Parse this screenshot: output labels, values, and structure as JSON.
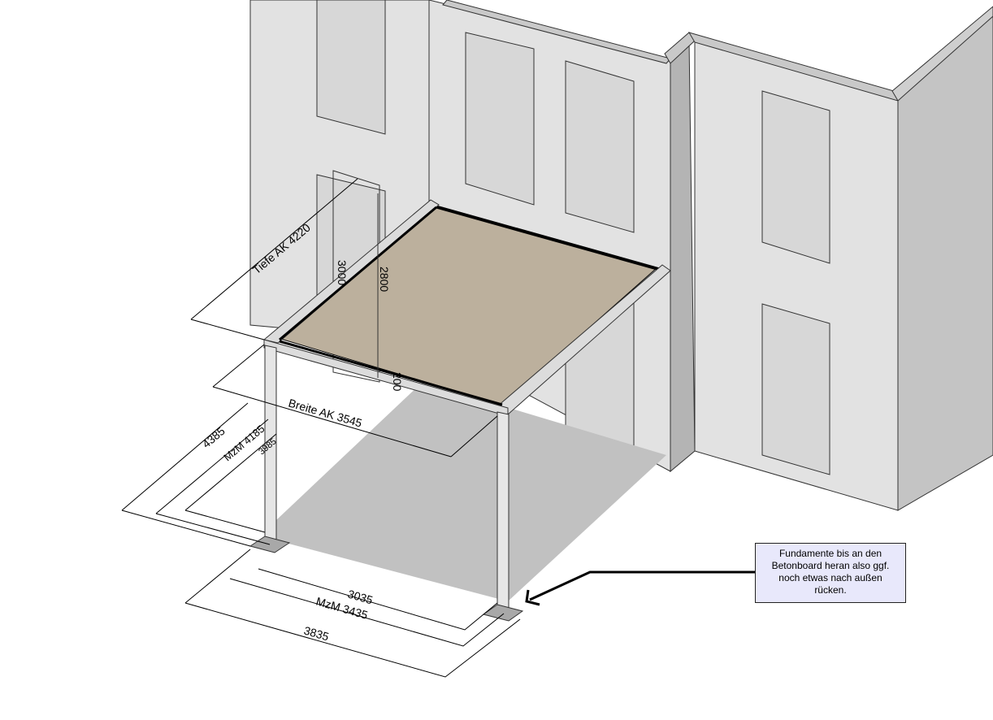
{
  "dimensions": {
    "tiefe_ak": "Tiefe AK 4220",
    "height_3000": "3000",
    "height_2800": "2800",
    "height_200": "200",
    "breite_ak": "Breite AK 3545",
    "depth_outer": "4385",
    "depth_mzm": "MzM 4185",
    "depth_inner": "3985",
    "width_inner": "3035",
    "width_mzm": "MzM 3435",
    "width_outer": "3835"
  },
  "note": {
    "lines": [
      "Fundamente bis an den",
      "Betonboard heran also ggf.",
      "noch etwas nach außen",
      "rücken."
    ]
  },
  "colors": {
    "wall_front": "#e2e2e2",
    "wall_side": "#c4c4c4",
    "window": "#d7d7d7",
    "roof": "#bcb09d",
    "floor_shadow": "#c1c1c1",
    "note_bg": "#e8e8fb"
  }
}
